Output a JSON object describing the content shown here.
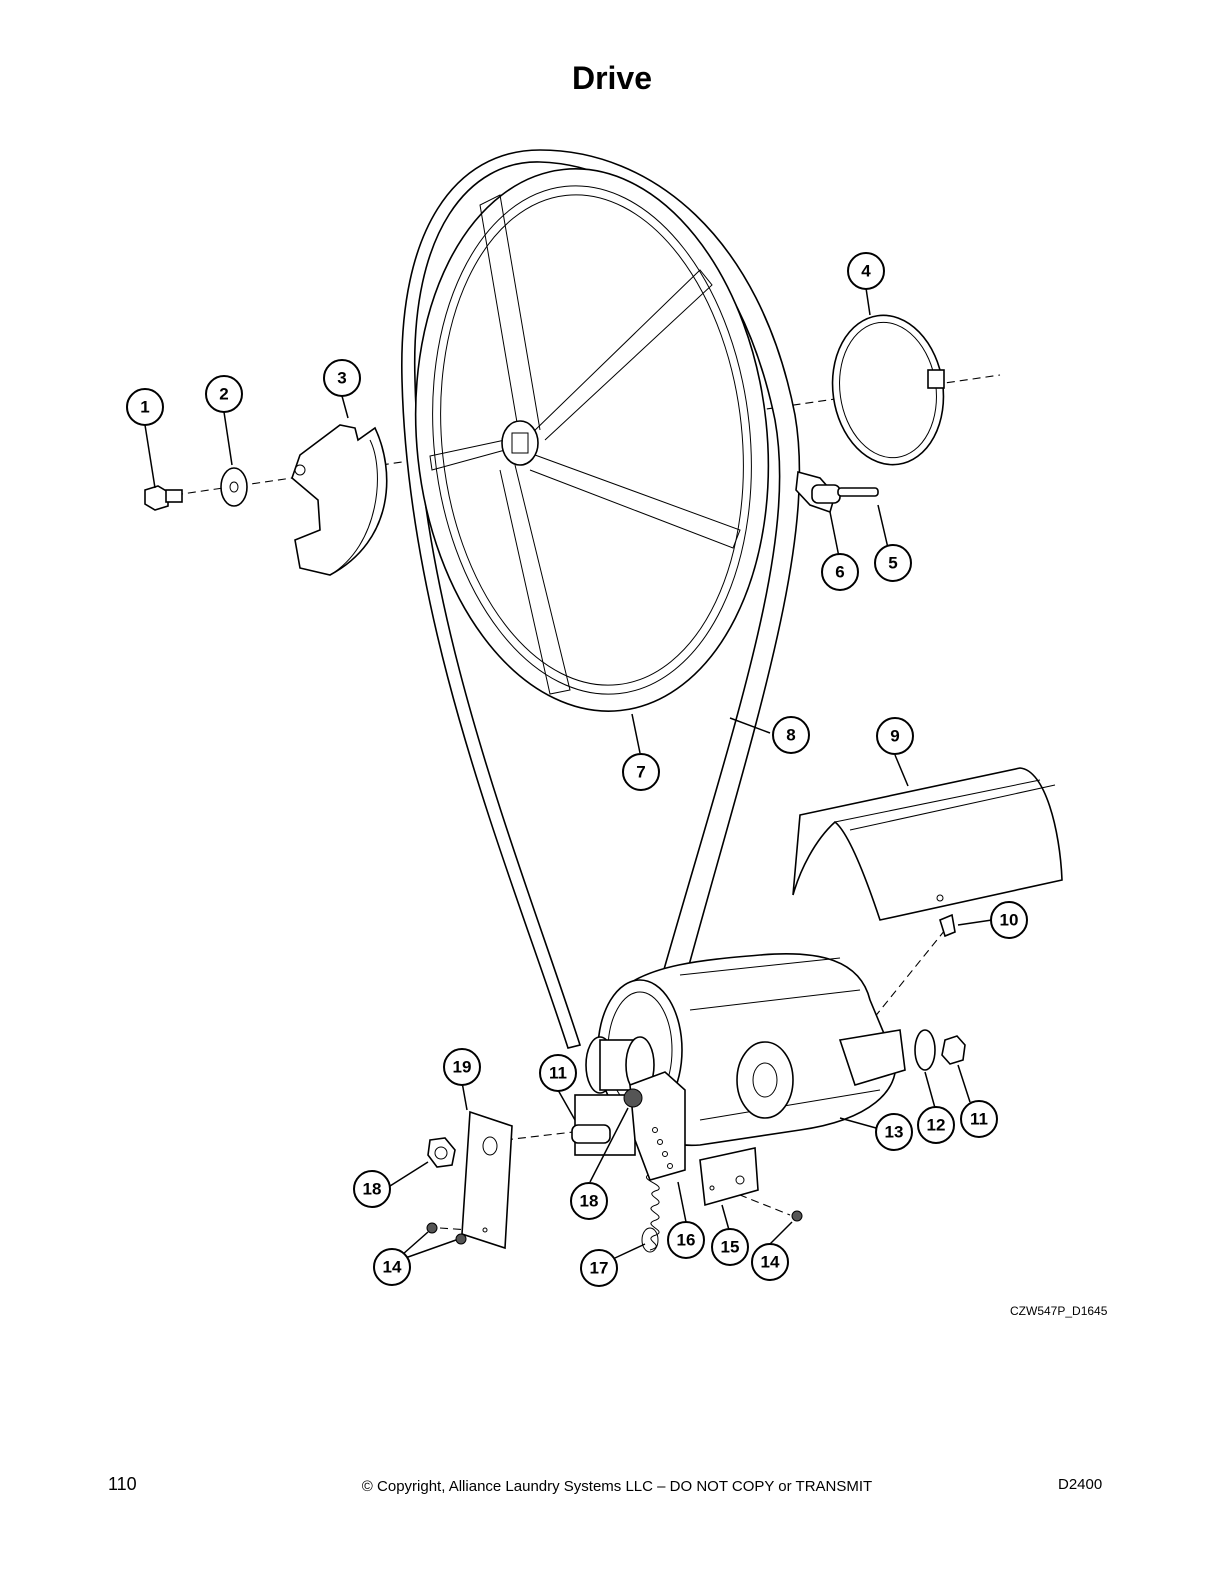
{
  "page": {
    "title": "Drive",
    "drawing_id": "CZW547P_D1645",
    "page_number": "110",
    "copyright": "© Copyright, Alliance Laundry Systems LLC – DO NOT COPY or TRANSMIT",
    "doc_code": "D2400"
  },
  "callouts": [
    {
      "id": "c1",
      "label": "1"
    },
    {
      "id": "c2",
      "label": "2"
    },
    {
      "id": "c3",
      "label": "3"
    },
    {
      "id": "c4",
      "label": "4"
    },
    {
      "id": "c5",
      "label": "5"
    },
    {
      "id": "c6",
      "label": "6"
    },
    {
      "id": "c7",
      "label": "7"
    },
    {
      "id": "c8",
      "label": "8"
    },
    {
      "id": "c9",
      "label": "9"
    },
    {
      "id": "c10",
      "label": "10"
    },
    {
      "id": "c11a",
      "label": "11"
    },
    {
      "id": "c11b",
      "label": "11"
    },
    {
      "id": "c12",
      "label": "12"
    },
    {
      "id": "c13",
      "label": "13"
    },
    {
      "id": "c14a",
      "label": "14"
    },
    {
      "id": "c14b",
      "label": "14"
    },
    {
      "id": "c15",
      "label": "15"
    },
    {
      "id": "c16",
      "label": "16"
    },
    {
      "id": "c17",
      "label": "17"
    },
    {
      "id": "c18a",
      "label": "18"
    },
    {
      "id": "c18b",
      "label": "18"
    },
    {
      "id": "c19",
      "label": "19"
    }
  ],
  "colors": {
    "line": "#000000",
    "background": "#ffffff"
  }
}
